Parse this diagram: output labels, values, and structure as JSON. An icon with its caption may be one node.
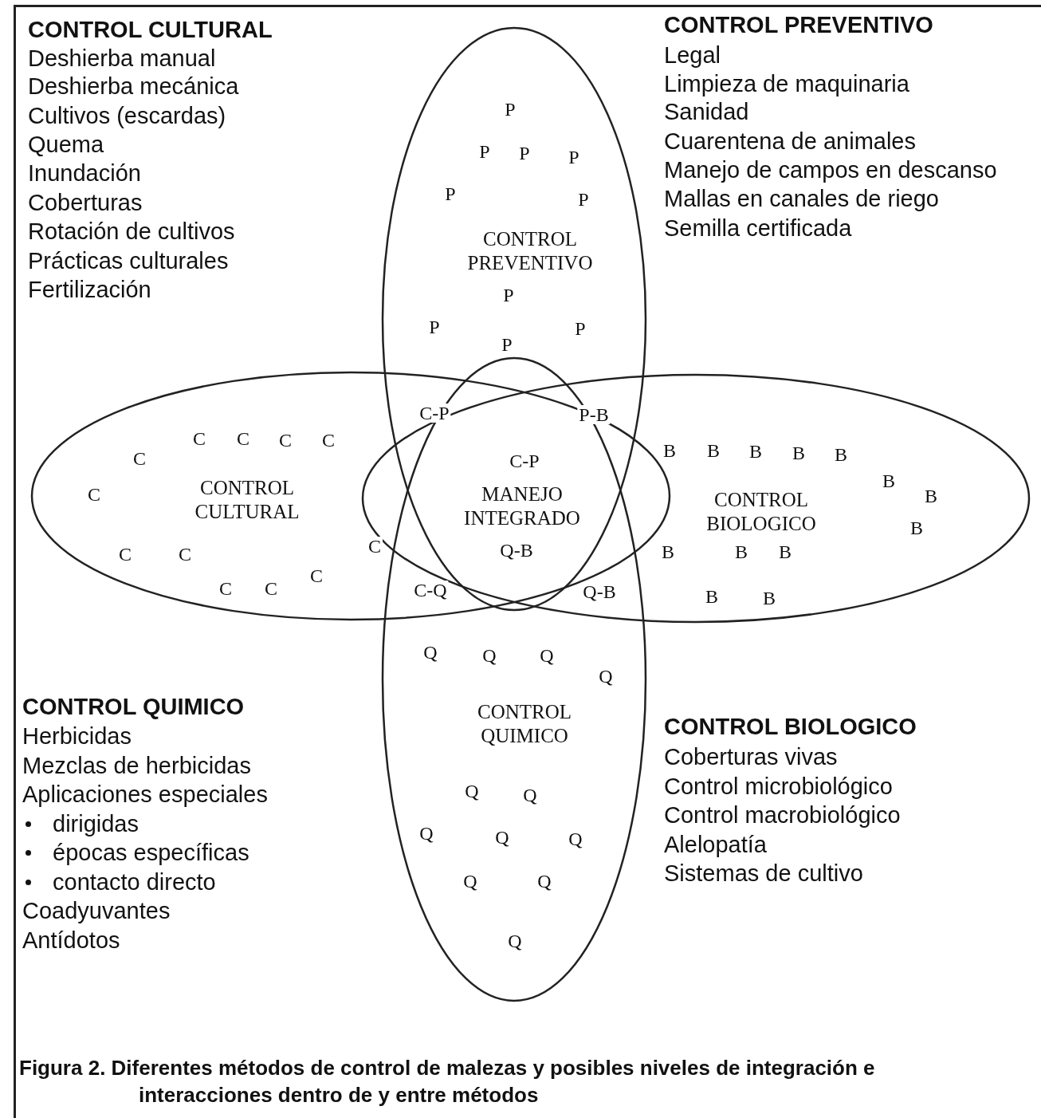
{
  "diagram": {
    "caption": "Figura 2. Diferentes métodos de control de malezas y posibles niveles de integración e interacciones dentro de y entre métodos",
    "nodes": [
      {
        "text": [
          "CONTROL PREVENTIVO"
        ]
      },
      {
        "text": [
          "CONTROL CULTURAL"
        ]
      },
      {
        "text": [
          "CONTROL BIOLOGICO"
        ]
      },
      {
        "text": [
          "CONTROL QUIMICO"
        ]
      }
    ],
    "labels": [
      "CONTROL CULTURAL",
      "Deshierba manual",
      "Deshierba mecánica",
      "Cultivos (escardas)",
      "Quema",
      "Inundación",
      "Coberturas",
      "Rotación de cultivos",
      "Prácticas culturales",
      "Fertilización",
      "CONTROL PREVENTIVO",
      "Legal",
      "Limpieza de maquinaria",
      "Sanidad",
      "Cuarentena de animales",
      "Manejo de campos en descanso",
      "Mallas en canales de riego",
      "Semilla certificada",
      "P",
      "P",
      "P",
      "P",
      "P",
      "P",
      "P",
      "P",
      "P",
      "P",
      "C-P",
      "P-B",
      "C",
      "C",
      "C",
      "C",
      "C",
      "C-P",
      "B",
      "B",
      "B",
      "B",
      "B",
      "C",
      "B",
      "B",
      "MANEJO INTEGRADO",
      "B",
      "C",
      "C",
      "C",
      "Q-B",
      "B",
      "B",
      "B",
      "C",
      "C",
      "C",
      "C-Q",
      "Q-B",
      "B",
      "B",
      "Q",
      "Q",
      "Q",
      "Q",
      "CONTROL QUIMICO",
      "Herbicidas",
      "Mezclas de herbicidas",
      "Aplicaciones especiales",
      "dirigidas",
      "épocas específicas",
      "contacto directo",
      "Coadyuvantes",
      "Antídotos",
      "CONTROL BIOLOGICO",
      "Coberturas vivas",
      "Control microbiológico",
      "Control macrobiológico",
      "Alelopatía",
      "Sistemas de cultivo",
      "Q",
      "Q",
      "Q",
      "Q",
      "Q",
      "Q",
      "Q",
      "Q"
    ]
  }
}
